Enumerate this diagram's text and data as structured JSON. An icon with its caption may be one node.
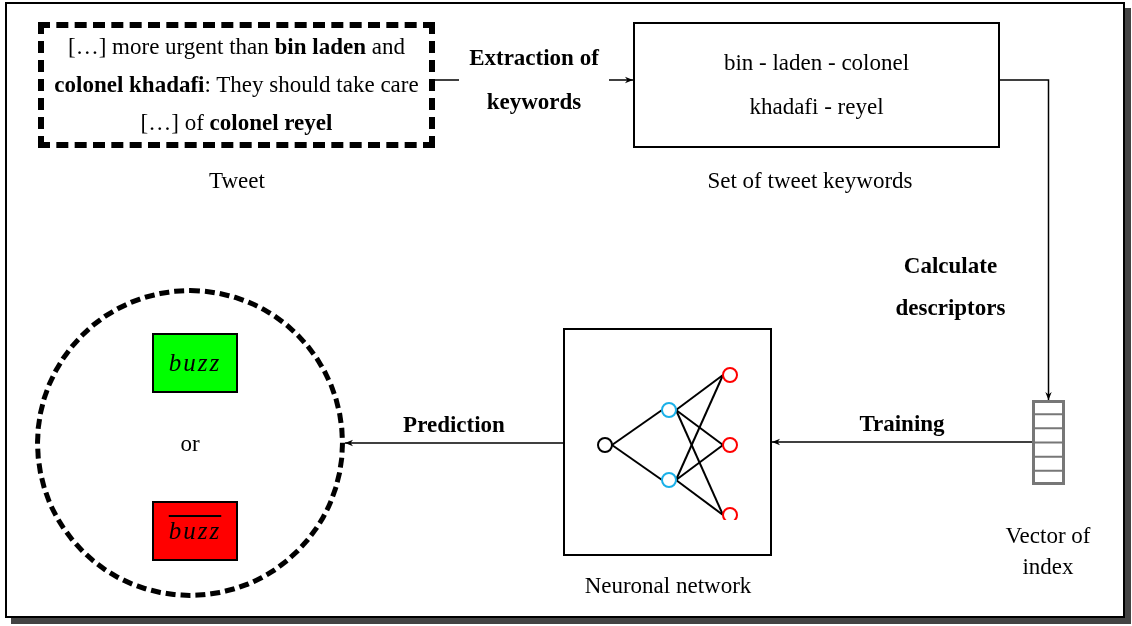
{
  "diagram": {
    "nodes": [
      {
        "text": [
          "[…] more urgent than **bin laden** and **colonel khadafi**: They should take care […] of **colonel reyel**"
        ],
        "beside": [
          "Tweet"
        ]
      },
      {
        "text": [
          "bin - laden - colonel khadafi - reyel"
        ],
        "beside": [
          "Set of tweet keywords"
        ]
      },
      {
        "text": [],
        "shape": "bar",
        "beside": [
          "Vector of index"
        ]
      },
      {
        "text": [],
        "shape": "box",
        "beside": [
          "Neuronal network"
        ]
      },
      {
        "text": [],
        "shape": "circle"
      },
      {
        "text": [
          "buzz"
        ],
        "in": 4
      },
      {
        "text": [
          "buzz"
        ],
        "in": 4
      }
    ],
    "edges": [
      {
        "from": 0,
        "to": 1,
        "arrow": "to",
        "label": "Extraction of keywords"
      },
      {
        "from": 1,
        "to": 2,
        "arrow": "to",
        "label": "Calculate descriptors"
      },
      {
        "from": 2,
        "to": 3,
        "arrow": "to",
        "label": "Training"
      },
      {
        "from": 3,
        "to": 4,
        "arrow": "to",
        "label": "Prediction"
      }
    ],
    "labels": [
      "or"
    ]
  }
}
